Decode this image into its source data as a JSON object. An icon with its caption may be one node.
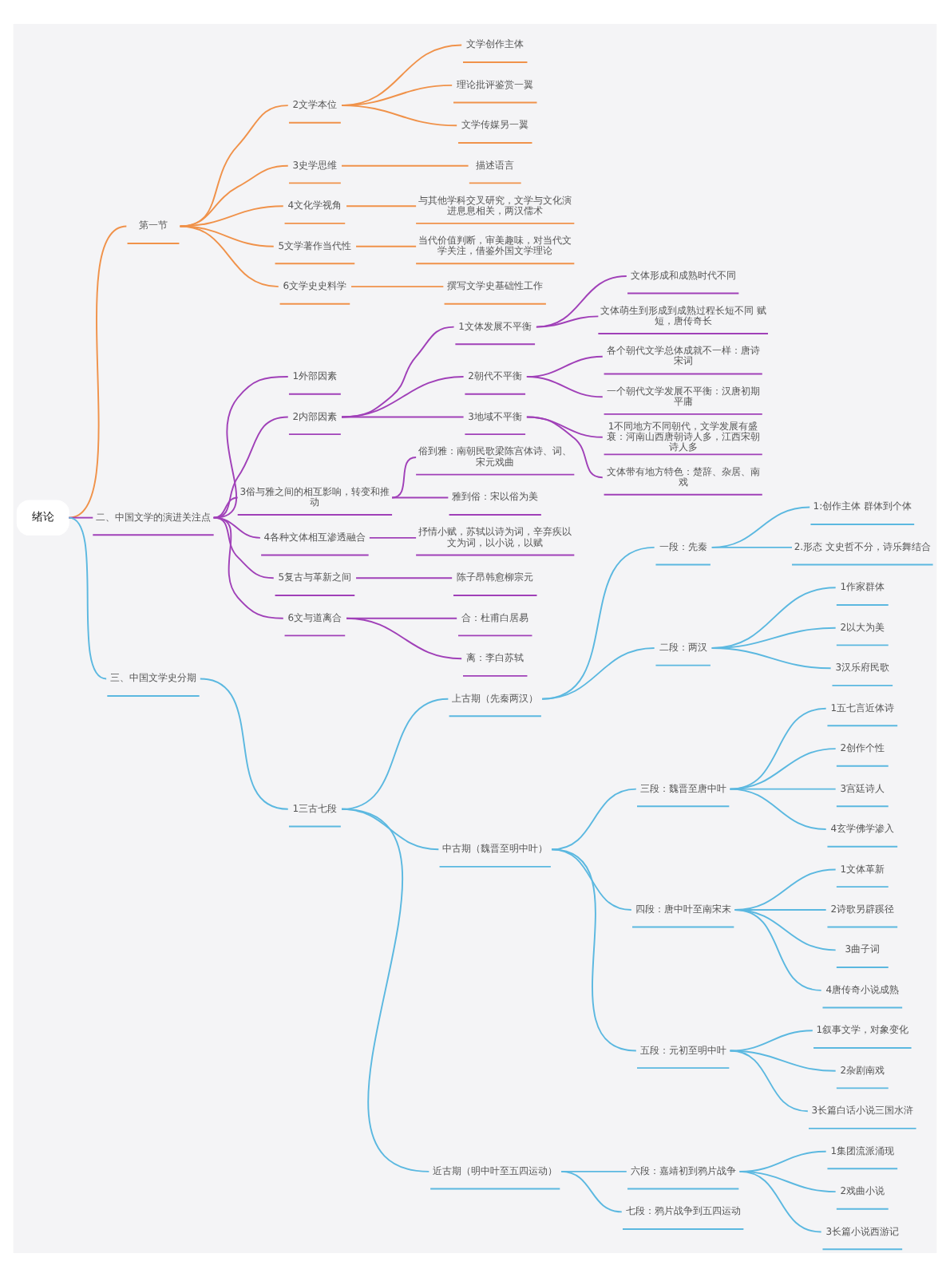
{
  "diagram": {
    "nodes": [
      {
        "text": [
          "绪论"
        ]
      },
      {
        "text": [
          "第一节"
        ]
      },
      {
        "text": [
          "2文学本位"
        ]
      },
      {
        "text": [
          "文学创作主体"
        ]
      },
      {
        "text": [
          "理论批评鉴赏一翼"
        ]
      },
      {
        "text": [
          "文学传媒另一翼"
        ]
      },
      {
        "text": [
          "3史学思维"
        ]
      },
      {
        "text": [
          "描述语言"
        ]
      },
      {
        "text": [
          "4文化学视角"
        ]
      },
      {
        "text": [
          "与其他学科交叉研究，文学与文化演进息息相关，两汉儒术"
        ]
      },
      {
        "text": [
          "5文学著作当代性"
        ]
      },
      {
        "text": [
          "当代价值判断，审美趣味，对当代文学关注，借鉴外国文学理论"
        ]
      },
      {
        "text": [
          "6文学史史料学"
        ]
      },
      {
        "text": [
          "撰写文学史基础性工作"
        ]
      },
      {
        "text": [
          "二、中国文学的演进关注点"
        ]
      },
      {
        "text": [
          "1外部因素"
        ]
      },
      {
        "text": [
          "2内部因素"
        ]
      },
      {
        "text": [
          "1文体发展不平衡"
        ]
      },
      {
        "text": [
          "文体形成和成熟时代不同"
        ]
      },
      {
        "text": [
          "文体萌生到形成到成熟过程长短不同 赋短，唐传奇长"
        ]
      },
      {
        "text": [
          "2朝代不平衡"
        ]
      },
      {
        "text": [
          "各个朝代文学总体成就不一样：唐诗宋词"
        ]
      },
      {
        "text": [
          "一个朝代文学发展不平衡：汉唐初期平庸"
        ]
      },
      {
        "text": [
          "3地域不平衡"
        ]
      },
      {
        "text": [
          "1不同地方不同朝代，文学发展有盛衰：河南山西唐朝诗人多，江西宋朝诗人多"
        ]
      },
      {
        "text": [
          "文体带有地方特色：楚辞、杂居、南戏"
        ]
      },
      {
        "text": [
          "3俗与雅之间的相互影响，转变和推动"
        ]
      },
      {
        "text": [
          "俗到雅：南朝民歌梁陈宫体诗、词、宋元戏曲"
        ]
      },
      {
        "text": [
          "雅到俗：宋以俗为美"
        ]
      },
      {
        "text": [
          "4各种文体相互渗透融合"
        ]
      },
      {
        "text": [
          "抒情小赋，苏轼以诗为词，辛弃疾以文为词，以小说，以赋"
        ]
      },
      {
        "text": [
          "5复古与革新之间"
        ]
      },
      {
        "text": [
          "陈子昂韩愈柳宗元"
        ]
      },
      {
        "text": [
          "6文与道离合"
        ]
      },
      {
        "text": [
          "合：杜甫白居易"
        ]
      },
      {
        "text": [
          "离：李白苏轼"
        ]
      },
      {
        "text": [
          "三、中国文学史分期"
        ]
      },
      {
        "text": [
          "1三古七段"
        ]
      },
      {
        "text": [
          "上古期（先秦两汉）"
        ]
      },
      {
        "text": [
          "一段：先秦"
        ]
      },
      {
        "text": [
          "1:创作主体 群体到个体"
        ]
      },
      {
        "text": [
          "2.形态 文史哲不分，诗乐舞结合"
        ]
      },
      {
        "text": [
          "二段：两汉"
        ]
      },
      {
        "text": [
          "1作家群体"
        ]
      },
      {
        "text": [
          "2以大为美"
        ]
      },
      {
        "text": [
          "3汉乐府民歌"
        ]
      },
      {
        "text": [
          "中古期（魏晋至明中叶）"
        ]
      },
      {
        "text": [
          "三段：魏晋至唐中叶"
        ]
      },
      {
        "text": [
          "1五七言近体诗"
        ]
      },
      {
        "text": [
          "2创作个性"
        ]
      },
      {
        "text": [
          "3宫廷诗人"
        ]
      },
      {
        "text": [
          "4玄学佛学渗入"
        ]
      },
      {
        "text": [
          "四段：唐中叶至南宋末"
        ]
      },
      {
        "text": [
          "1文体革新"
        ]
      },
      {
        "text": [
          "2诗歌另辟蹊径"
        ]
      },
      {
        "text": [
          "3曲子词"
        ]
      },
      {
        "text": [
          "4唐传奇小说成熟"
        ]
      },
      {
        "text": [
          "五段：元初至明中叶"
        ]
      },
      {
        "text": [
          "1叙事文学，对象变化"
        ]
      },
      {
        "text": [
          "2杂剧南戏"
        ]
      },
      {
        "text": [
          "3长篇白话小说三国水浒"
        ]
      },
      {
        "text": [
          "近古期（明中叶至五四运动）"
        ]
      },
      {
        "text": [
          "六段：嘉靖初到鸦片战争"
        ]
      },
      {
        "text": [
          "1集团流派涌现"
        ]
      },
      {
        "text": [
          "2戏曲小说"
        ]
      },
      {
        "text": [
          "3长篇小说西游记"
        ]
      },
      {
        "text": [
          "七段：鸦片战争到五四运动"
        ]
      }
    ],
    "edges": [
      {
        "from": 0,
        "to": 1,
        "arrow": "none",
        "color": "#f0924a"
      },
      {
        "from": 1,
        "to": 2,
        "arrow": "none",
        "color": "#f0924a"
      },
      {
        "from": 2,
        "to": 3,
        "arrow": "none",
        "color": "#f0924a"
      },
      {
        "from": 2,
        "to": 4,
        "arrow": "none",
        "color": "#f0924a"
      },
      {
        "from": 2,
        "to": 5,
        "arrow": "none",
        "color": "#f0924a"
      },
      {
        "from": 1,
        "to": 6,
        "arrow": "none",
        "color": "#f0924a"
      },
      {
        "from": 6,
        "to": 7,
        "arrow": "none",
        "color": "#f0924a"
      },
      {
        "from": 1,
        "to": 8,
        "arrow": "none",
        "color": "#f0924a"
      },
      {
        "from": 8,
        "to": 9,
        "arrow": "none",
        "color": "#f0924a"
      },
      {
        "from": 1,
        "to": 10,
        "arrow": "none",
        "color": "#f0924a"
      },
      {
        "from": 10,
        "to": 11,
        "arrow": "none",
        "color": "#f0924a"
      },
      {
        "from": 1,
        "to": 12,
        "arrow": "none",
        "color": "#f0924a"
      },
      {
        "from": 12,
        "to": 13,
        "arrow": "none",
        "color": "#f0924a"
      },
      {
        "from": 0,
        "to": 14,
        "arrow": "none",
        "color": "#a040b8"
      },
      {
        "from": 14,
        "to": 15,
        "arrow": "none",
        "color": "#a040b8"
      },
      {
        "from": 14,
        "to": 16,
        "arrow": "none",
        "color": "#a040b8"
      },
      {
        "from": 16,
        "to": 17,
        "arrow": "none",
        "color": "#a040b8"
      },
      {
        "from": 17,
        "to": 18,
        "arrow": "none",
        "color": "#a040b8"
      },
      {
        "from": 17,
        "to": 19,
        "arrow": "none",
        "color": "#a040b8"
      },
      {
        "from": 16,
        "to": 20,
        "arrow": "none",
        "color": "#a040b8"
      },
      {
        "from": 20,
        "to": 21,
        "arrow": "none",
        "color": "#a040b8"
      },
      {
        "from": 20,
        "to": 22,
        "arrow": "none",
        "color": "#a040b8"
      },
      {
        "from": 16,
        "to": 23,
        "arrow": "none",
        "color": "#a040b8"
      },
      {
        "from": 23,
        "to": 24,
        "arrow": "none",
        "color": "#a040b8"
      },
      {
        "from": 23,
        "to": 25,
        "arrow": "none",
        "color": "#a040b8"
      },
      {
        "from": 14,
        "to": 26,
        "arrow": "none",
        "color": "#a040b8"
      },
      {
        "from": 26,
        "to": 27,
        "arrow": "none",
        "color": "#a040b8"
      },
      {
        "from": 26,
        "to": 28,
        "arrow": "none",
        "color": "#a040b8"
      },
      {
        "from": 14,
        "to": 29,
        "arrow": "none",
        "color": "#a040b8"
      },
      {
        "from": 29,
        "to": 30,
        "arrow": "none",
        "color": "#a040b8"
      },
      {
        "from": 14,
        "to": 31,
        "arrow": "none",
        "color": "#a040b8"
      },
      {
        "from": 31,
        "to": 32,
        "arrow": "none",
        "color": "#a040b8"
      },
      {
        "from": 14,
        "to": 33,
        "arrow": "none",
        "color": "#a040b8"
      },
      {
        "from": 33,
        "to": 34,
        "arrow": "none",
        "color": "#a040b8"
      },
      {
        "from": 33,
        "to": 35,
        "arrow": "none",
        "color": "#a040b8"
      },
      {
        "from": 0,
        "to": 36,
        "arrow": "none"
      },
      {
        "from": 36,
        "to": 37,
        "arrow": "none"
      },
      {
        "from": 37,
        "to": 38,
        "arrow": "none"
      },
      {
        "from": 38,
        "to": 39,
        "arrow": "none"
      },
      {
        "from": 39,
        "to": 40,
        "arrow": "none"
      },
      {
        "from": 39,
        "to": 41,
        "arrow": "none"
      },
      {
        "from": 38,
        "to": 42,
        "arrow": "none"
      },
      {
        "from": 42,
        "to": 43,
        "arrow": "none"
      },
      {
        "from": 42,
        "to": 44,
        "arrow": "none"
      },
      {
        "from": 42,
        "to": 45,
        "arrow": "none"
      },
      {
        "from": 37,
        "to": 46,
        "arrow": "none"
      },
      {
        "from": 46,
        "to": 47,
        "arrow": "none"
      },
      {
        "from": 47,
        "to": 48,
        "arrow": "none"
      },
      {
        "from": 47,
        "to": 49,
        "arrow": "none"
      },
      {
        "from": 47,
        "to": 50,
        "arrow": "none"
      },
      {
        "from": 47,
        "to": 51,
        "arrow": "none"
      },
      {
        "from": 46,
        "to": 52,
        "arrow": "none"
      },
      {
        "from": 52,
        "to": 53,
        "arrow": "none"
      },
      {
        "from": 52,
        "to": 54,
        "arrow": "none"
      },
      {
        "from": 52,
        "to": 55,
        "arrow": "none"
      },
      {
        "from": 52,
        "to": 56,
        "arrow": "none"
      },
      {
        "from": 46,
        "to": 57,
        "arrow": "none"
      },
      {
        "from": 57,
        "to": 58,
        "arrow": "none"
      },
      {
        "from": 57,
        "to": 59,
        "arrow": "none"
      },
      {
        "from": 57,
        "to": 60,
        "arrow": "none"
      },
      {
        "from": 37,
        "to": 61,
        "arrow": "none"
      },
      {
        "from": 61,
        "to": 62,
        "arrow": "none"
      },
      {
        "from": 62,
        "to": 63,
        "arrow": "none"
      },
      {
        "from": 62,
        "to": 64,
        "arrow": "none"
      },
      {
        "from": 62,
        "to": 65,
        "arrow": "none"
      },
      {
        "from": 61,
        "to": 66,
        "arrow": "none"
      }
    ]
  }
}
